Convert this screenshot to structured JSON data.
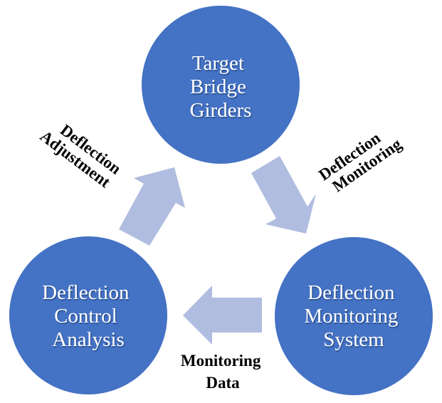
{
  "colors": {
    "node_fill": "#4472C4",
    "arrow_fill": "#B0BDE0",
    "node_text": "#FFFFFF",
    "label_text": "#000000"
  },
  "nodes": [
    {
      "id": "target",
      "lines": [
        "Target",
        "Bridge",
        "Girders"
      ]
    },
    {
      "id": "monitoring-system",
      "lines": [
        "Deflection",
        "Monitoring",
        "System"
      ]
    },
    {
      "id": "control-analysis",
      "lines": [
        "Deflection",
        "Control",
        "Analysis"
      ]
    }
  ],
  "edges": [
    {
      "from": "target",
      "to": "monitoring-system",
      "direction": "down-right",
      "label_lines": [
        "Deflection",
        "Monitoring"
      ]
    },
    {
      "from": "monitoring-system",
      "to": "control-analysis",
      "direction": "left",
      "label_lines": [
        "Monitoring",
        "Data"
      ]
    },
    {
      "from": "control-analysis",
      "to": "target",
      "direction": "up-right",
      "label_lines": [
        "Deflection",
        "Adjustment"
      ]
    }
  ]
}
